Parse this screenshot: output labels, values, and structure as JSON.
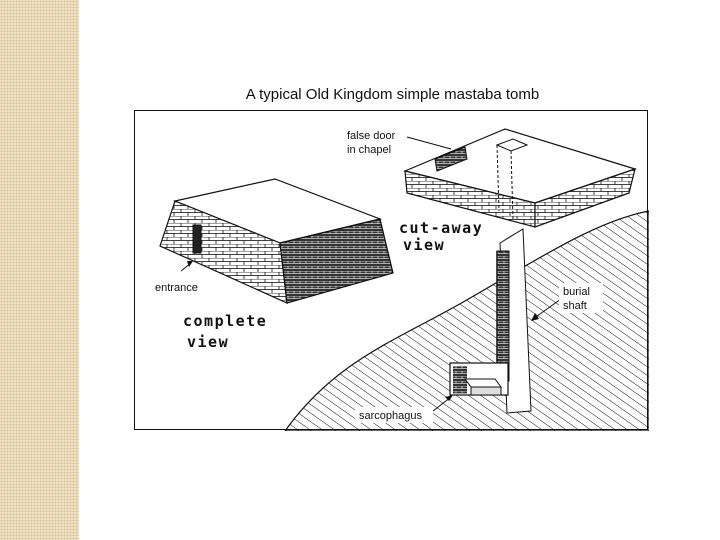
{
  "title": "A typical Old Kingdom simple mastaba tomb",
  "labels": {
    "false_door_line1": "false door",
    "false_door_line2": "in chapel",
    "cutaway_line1": "cut-away",
    "cutaway_line2": "view",
    "entrance": "entrance",
    "complete_line1": "complete",
    "complete_line2": "view",
    "burial_line1": "burial",
    "burial_line2": "shaft",
    "sarcophagus": "sarcophagus"
  },
  "colors": {
    "ink": "#111111",
    "side_strip": "#efe3c4"
  }
}
